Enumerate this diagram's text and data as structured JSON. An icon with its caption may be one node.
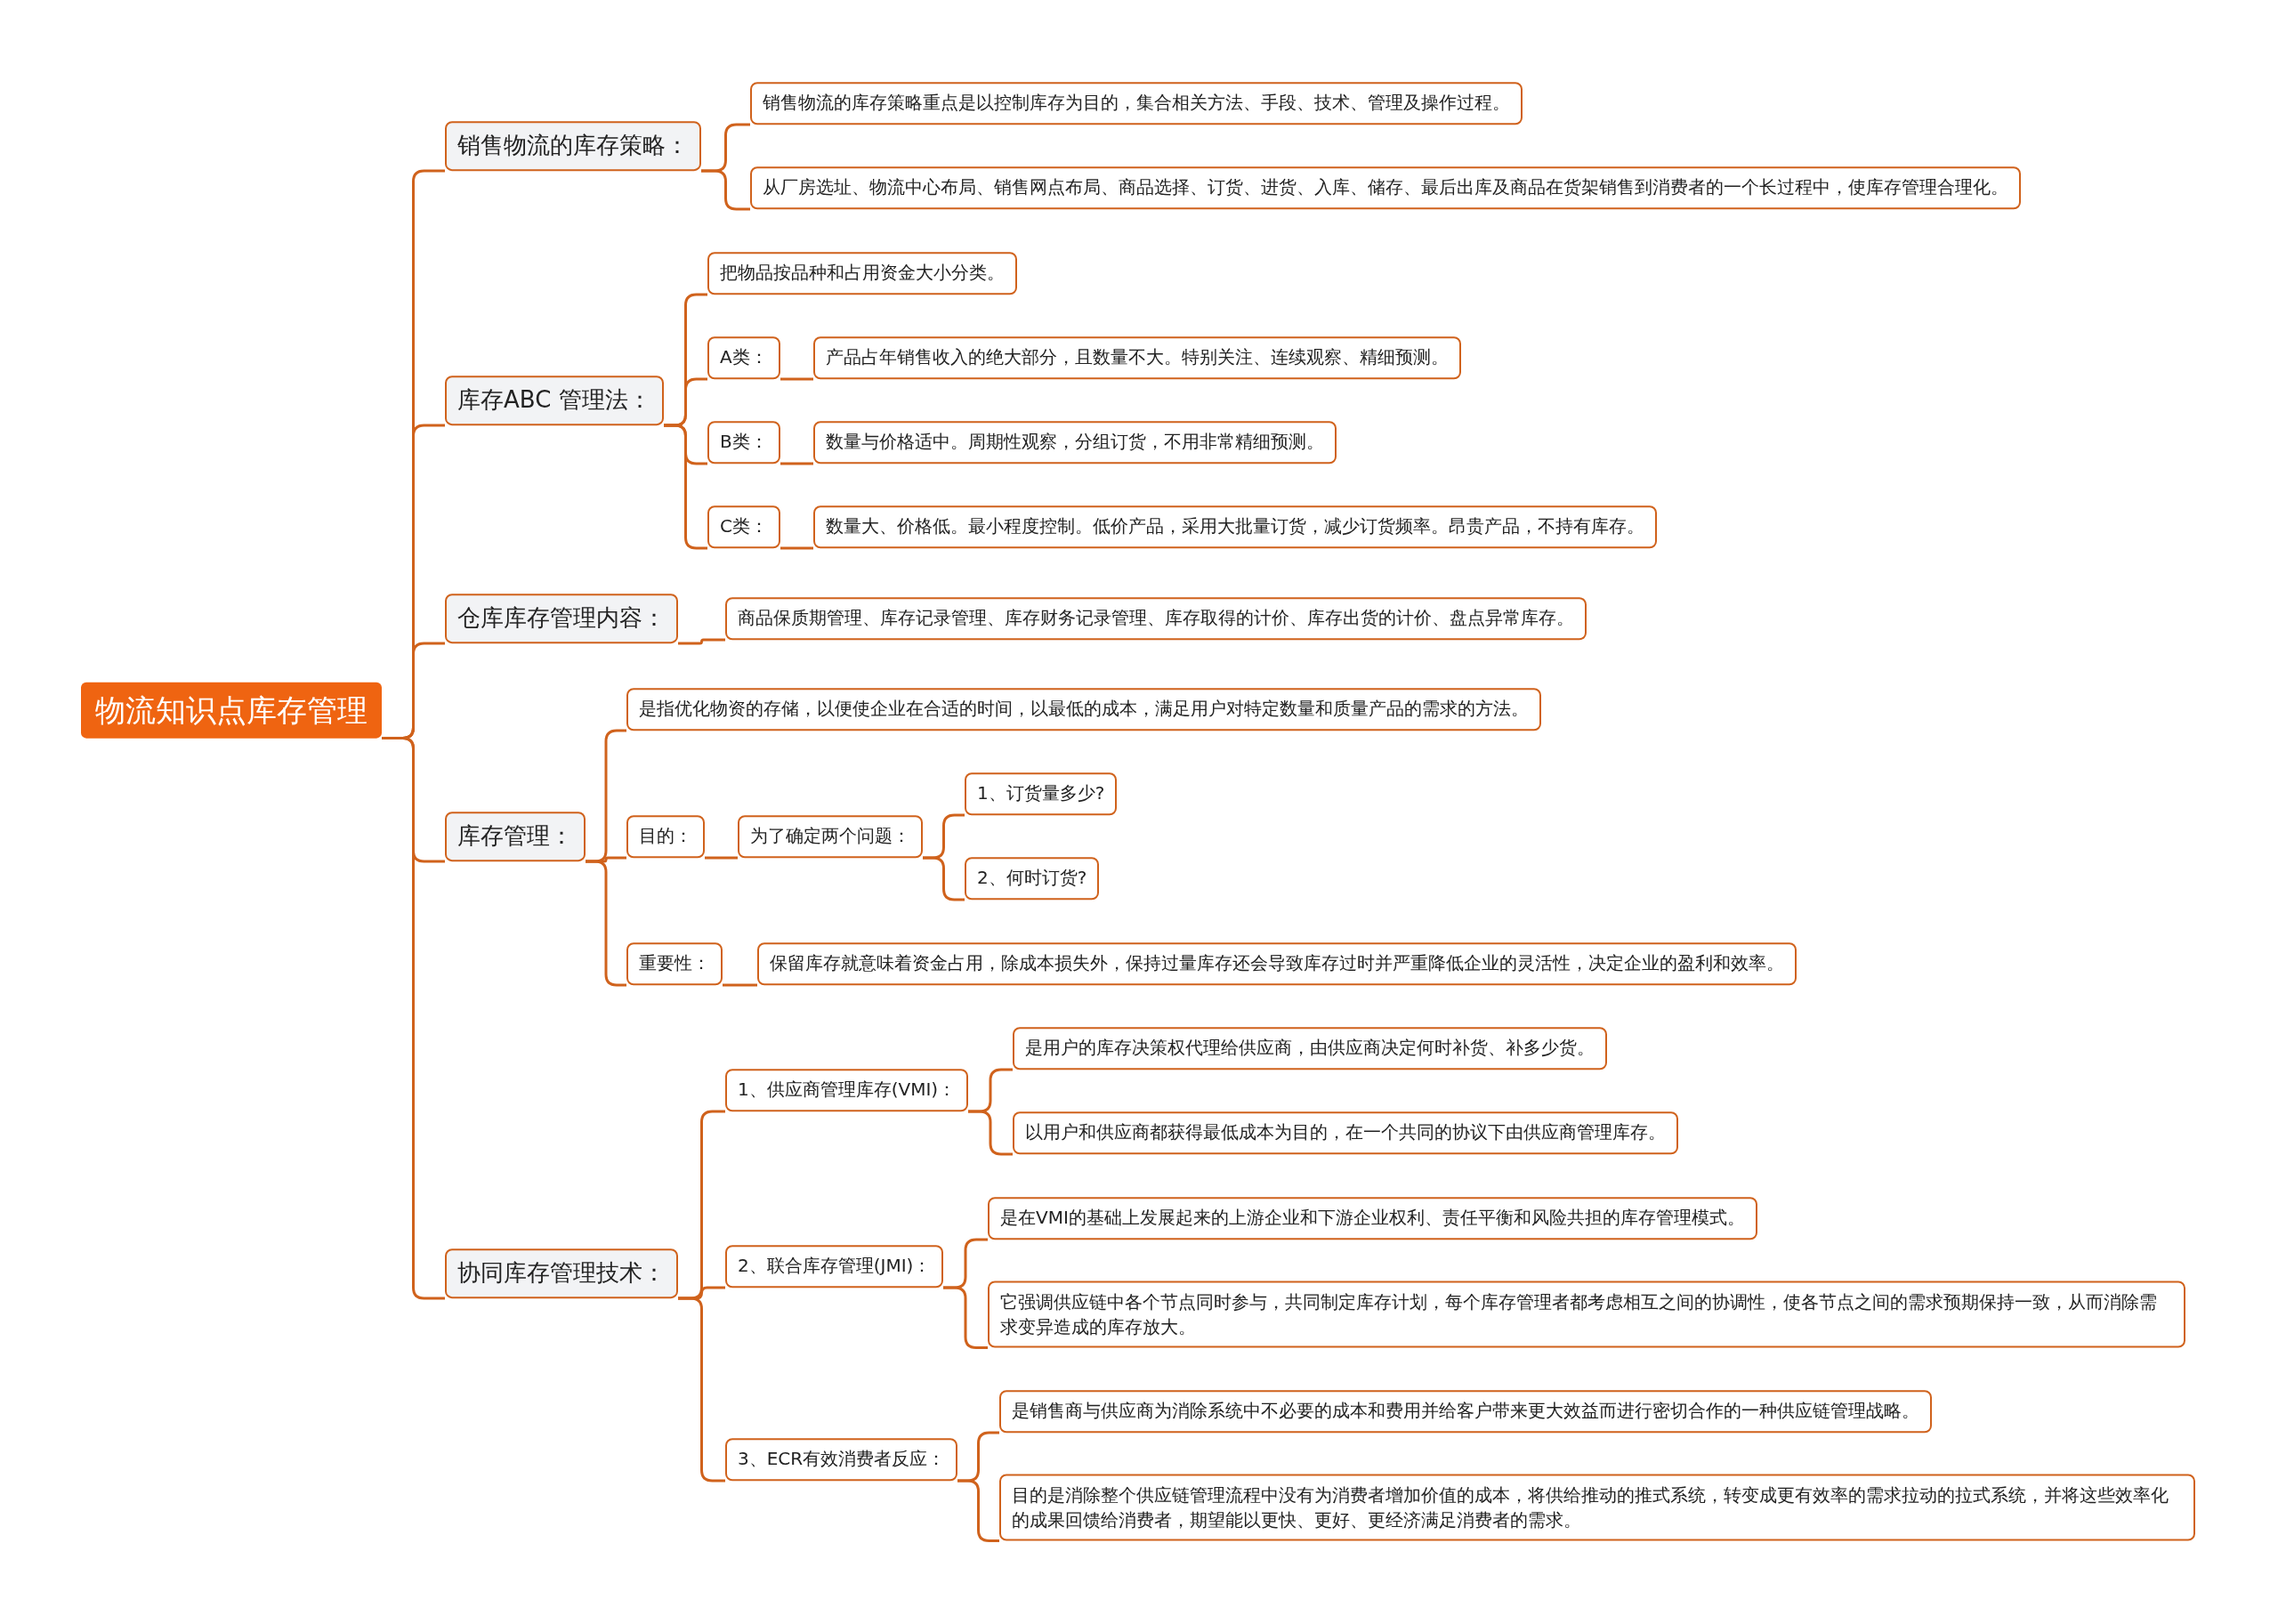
{
  "diagram": {
    "nodes": [
      {
        "text": [
          "物流知识点库存管理"
        ]
      },
      {
        "text": [
          "销售物流的库存策略："
        ]
      },
      {
        "text": [
          "销售物流的库存策略重点是以控制库存为目的，集合相关方法、手段、技术、管理及操作过程。"
        ]
      },
      {
        "text": [
          "从厂房选址、物流中心布局、销售网点布局、商品选择、订货、进货、入库、储存、最后出库及商品在货架销售到消费者的一个长过程中，使库存管理合理化。"
        ]
      },
      {
        "text": [
          "库存ABC 管理法："
        ]
      },
      {
        "text": [
          "把物品按品种和占用资金大小分类。"
        ]
      },
      {
        "text": [
          "A类："
        ]
      },
      {
        "text": [
          "产品占年销售收入的绝大部分，且数量不大。特别关注、连续观察、精细预测。"
        ]
      },
      {
        "text": [
          "B类："
        ]
      },
      {
        "text": [
          "数量与价格适中。周期性观察，分组订货，不用非常精细预测。"
        ]
      },
      {
        "text": [
          "C类："
        ]
      },
      {
        "text": [
          "数量大、价格低。最小程度控制。低价产品，采用大批量订货，减少订货频率。昂贵产品，不持有库存。"
        ]
      },
      {
        "text": [
          "仓库库存管理内容："
        ]
      },
      {
        "text": [
          "商品保质期管理、库存记录管理、库存财务记录管理、库存取得的计价、库存出货的计价、盘点异常库存。"
        ]
      },
      {
        "text": [
          "库存管理："
        ]
      },
      {
        "text": [
          "是指优化物资的存储，以便使企业在合适的时间，以最低的成本，满足用户对特定数量和质量产品的需求的方法。"
        ]
      },
      {
        "text": [
          "目的："
        ]
      },
      {
        "text": [
          "为了确定两个问题："
        ]
      },
      {
        "text": [
          "1、订货量多少?"
        ]
      },
      {
        "text": [
          "2、何时订货?"
        ]
      },
      {
        "text": [
          "重要性："
        ]
      },
      {
        "text": [
          "保留库存就意味着资金占用，除成本损失外，保持过量库存还会导致库存过时并严重降低企业的灵活性，决定企业的盈利和效率。"
        ]
      },
      {
        "text": [
          "协同库存管理技术："
        ]
      },
      {
        "text": [
          "1、供应商管理库存(VMI)："
        ]
      },
      {
        "text": [
          "是用户的库存决策权代理给供应商，由供应商决定何时补货、补多少货。"
        ]
      },
      {
        "text": [
          "以用户和供应商都获得最低成本为目的，在一个共同的协议下由供应商管理库存。"
        ]
      },
      {
        "text": [
          "2、联合库存管理(JMI)："
        ]
      },
      {
        "text": [
          "是在VMI的基础上发展起来的上游企业和下游企业权利、责任平衡和风险共担的库存管理模式。"
        ]
      },
      {
        "text": [
          "它强调供应链中各个节点同时参与，共同制定库存计划，每个库存管理者都考虑相互之间的协调性，使各节点之间的需求预期保持一致，从而消除需求变异造成的库存放大。"
        ]
      },
      {
        "text": [
          "3、ECR有效消费者反应："
        ]
      },
      {
        "text": [
          "是销售商与供应商为消除系统中不必要的成本和费用并给客户带来更大效益而进行密切合作的一种供应链管理战略。"
        ]
      },
      {
        "text": [
          "目的是消除整个供应链管理流程中没有为消费者增加价值的成本，将供给推动的推式系统，转变成更有效率的需求拉动的拉式系统，并将这些效率化的成果回馈给消费者，期望能以更快、更好、更经济满足消费者的需求。"
        ]
      }
    ],
    "edges": [
      {
        "from": 0,
        "to": 1,
        "arrow": "none"
      },
      {
        "from": 1,
        "to": 2,
        "arrow": "none"
      },
      {
        "from": 1,
        "to": 3,
        "arrow": "none"
      },
      {
        "from": 0,
        "to": 4,
        "arrow": "none"
      },
      {
        "from": 4,
        "to": 5,
        "arrow": "none"
      },
      {
        "from": 4,
        "to": 6,
        "arrow": "none"
      },
      {
        "from": 6,
        "to": 7,
        "arrow": "none"
      },
      {
        "from": 4,
        "to": 8,
        "arrow": "none"
      },
      {
        "from": 8,
        "to": 9,
        "arrow": "none"
      },
      {
        "from": 4,
        "to": 10,
        "arrow": "none"
      },
      {
        "from": 10,
        "to": 11,
        "arrow": "none"
      },
      {
        "from": 0,
        "to": 12,
        "arrow": "none"
      },
      {
        "from": 12,
        "to": 13,
        "arrow": "none"
      },
      {
        "from": 0,
        "to": 14,
        "arrow": "none"
      },
      {
        "from": 14,
        "to": 15,
        "arrow": "none"
      },
      {
        "from": 14,
        "to": 16,
        "arrow": "none"
      },
      {
        "from": 16,
        "to": 17,
        "arrow": "none"
      },
      {
        "from": 17,
        "to": 18,
        "arrow": "none"
      },
      {
        "from": 17,
        "to": 19,
        "arrow": "none"
      },
      {
        "from": 14,
        "to": 20,
        "arrow": "none"
      },
      {
        "from": 20,
        "to": 21,
        "arrow": "none"
      },
      {
        "from": 0,
        "to": 22,
        "arrow": "none"
      },
      {
        "from": 22,
        "to": 23,
        "arrow": "none"
      },
      {
        "from": 23,
        "to": 24,
        "arrow": "none"
      },
      {
        "from": 23,
        "to": 25,
        "arrow": "none"
      },
      {
        "from": 22,
        "to": 26,
        "arrow": "none"
      },
      {
        "from": 26,
        "to": 27,
        "arrow": "none"
      },
      {
        "from": 26,
        "to": 28,
        "arrow": "none"
      },
      {
        "from": 22,
        "to": 29,
        "arrow": "none"
      },
      {
        "from": 29,
        "to": 30,
        "arrow": "none"
      },
      {
        "from": 29,
        "to": 31,
        "arrow": "none"
      }
    ]
  }
}
